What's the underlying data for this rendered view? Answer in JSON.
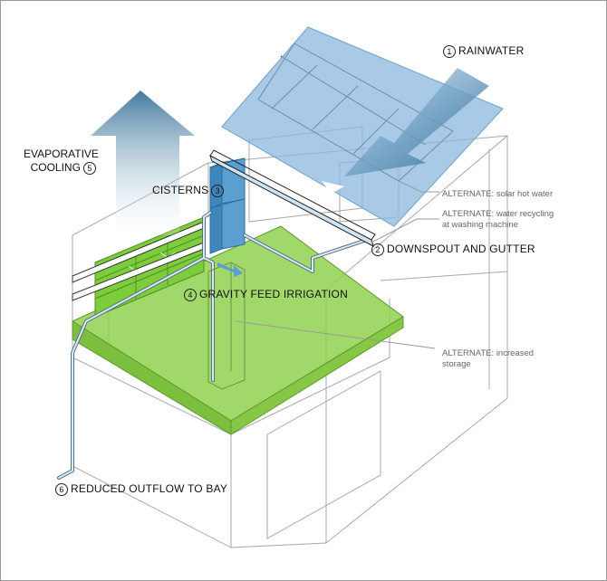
{
  "labels": {
    "rainwater": {
      "num": "1",
      "text": "RAINWATER"
    },
    "downspout": {
      "num": "2",
      "text": "DOWNSPOUT AND GUTTER"
    },
    "cisterns": {
      "num": "3",
      "text": "CISTERNS"
    },
    "irrigation": {
      "num": "4",
      "text": "GRAVITY FEED IRRIGATION"
    },
    "evaporative": {
      "num": "5",
      "line1": "EVAPORATIVE",
      "line2": "COOLING"
    },
    "outflow": {
      "num": "6",
      "text": "REDUCED OUTFLOW TO BAY"
    }
  },
  "alternates": {
    "solar": "ALTERNATE: solar hot water",
    "recycling_line1": "ALTERNATE: water recycling",
    "recycling_line2": "at washing machine",
    "storage_line1": "ALTERNATE: increased",
    "storage_line2": "storage"
  },
  "colors": {
    "water_blue": "#8bb8df",
    "cistern_blue": "#5a9fd0",
    "green": "#8fd14f",
    "arrow_dark": "#2f6f9a",
    "line": "#888888"
  }
}
